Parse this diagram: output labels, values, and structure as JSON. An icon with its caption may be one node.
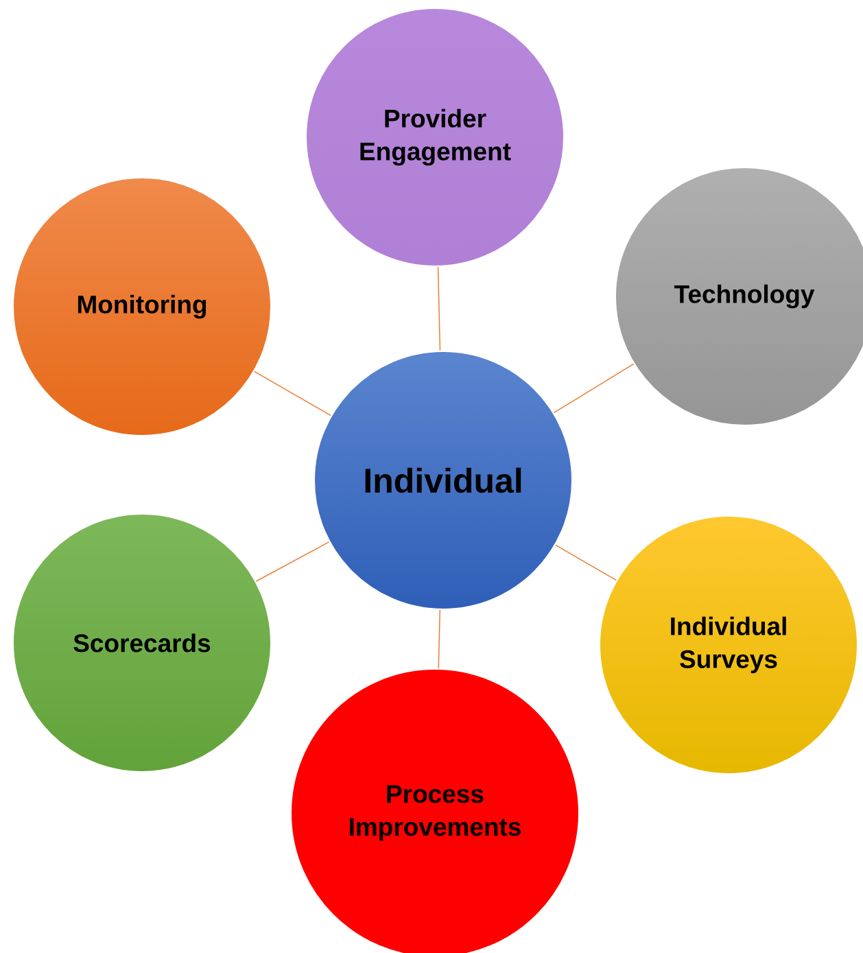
{
  "diagram": {
    "nodes": [
      {
        "text": [
          "Individual"
        ]
      },
      {
        "text": [
          "Provider Engagement"
        ]
      },
      {
        "text": [
          "Technology"
        ]
      },
      {
        "text": [
          "Individual Surveys"
        ]
      },
      {
        "text": [
          "Process Improvements"
        ]
      },
      {
        "text": [
          "Scorecards"
        ]
      },
      {
        "text": [
          "Monitoring"
        ]
      }
    ],
    "edges": [
      {
        "from": 0,
        "to": 1,
        "arrow": "none"
      },
      {
        "from": 0,
        "to": 2,
        "arrow": "none"
      },
      {
        "from": 0,
        "to": 3,
        "arrow": "none"
      },
      {
        "from": 0,
        "to": 4,
        "arrow": "none"
      },
      {
        "from": 0,
        "to": 5,
        "arrow": "none"
      },
      {
        "from": 0,
        "to": 6,
        "arrow": "none"
      }
    ]
  }
}
